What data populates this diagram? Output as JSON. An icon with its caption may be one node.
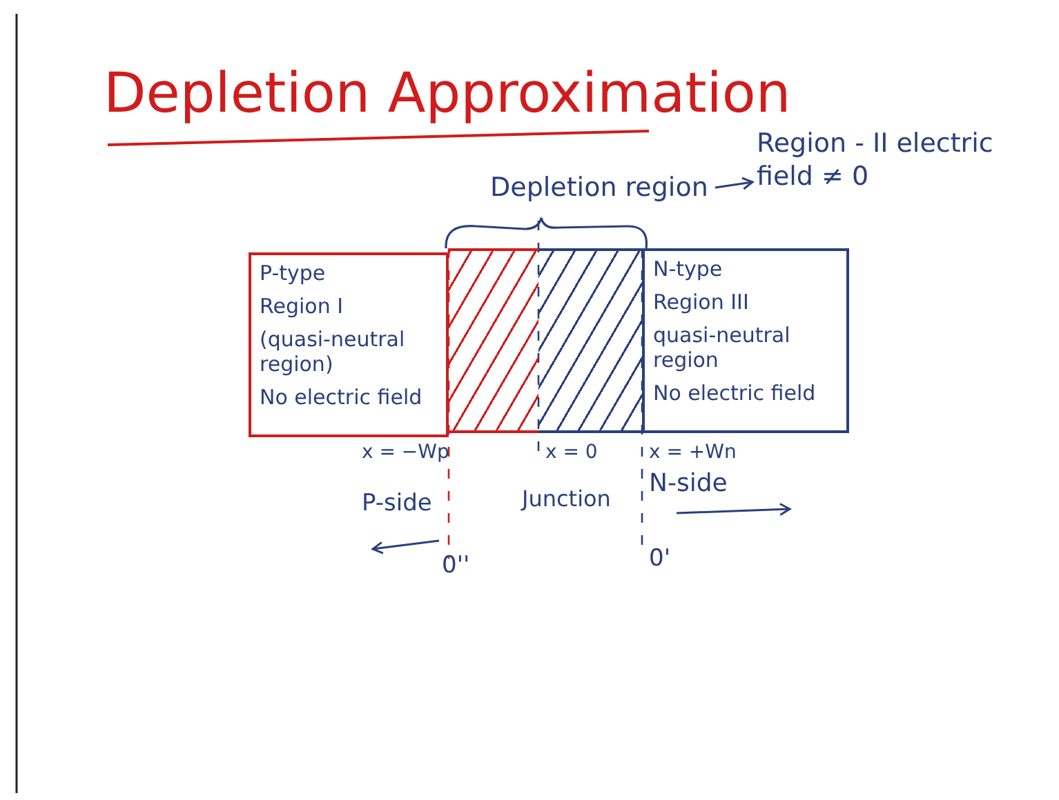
{
  "diagram": {
    "title": "Depletion Approximation",
    "nodes": [
      {
        "text": [
          "P-type",
          "Region I",
          "(quasi-neutral region)",
          "No electric field"
        ]
      },
      {
        "text": [],
        "shape": "box"
      },
      {
        "text": [],
        "shape": "box"
      },
      {
        "text": [
          "N-type",
          "Region III",
          "quasi-neutral region",
          "No electric field"
        ]
      },
      {
        "text": [
          "Depletion region"
        ]
      },
      {
        "text": [
          "Region - II electric field ≠ 0"
        ]
      }
    ],
    "edges": [
      {
        "from": 4,
        "to": 5,
        "arrow": "to"
      }
    ],
    "labels": [
      "x = −Wp",
      "x = 0",
      "x = +Wn",
      "N-side",
      "P-side",
      "Junction",
      "0''",
      "0'"
    ]
  }
}
